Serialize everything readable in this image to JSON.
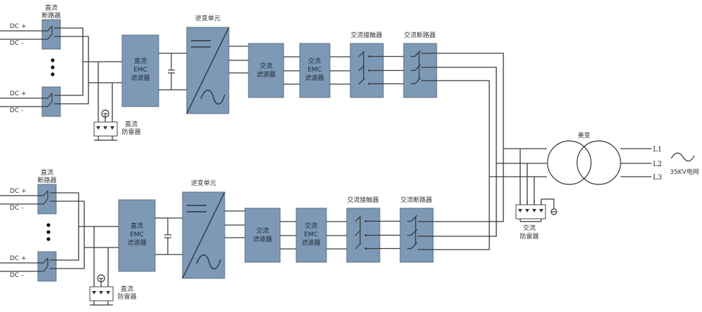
{
  "diagram": {
    "colors": {
      "box_fill": "#7d99b6",
      "wire": "#3a3a3a"
    },
    "branches": [
      {
        "id": "upper",
        "dc_breaker_label": [
          "直流",
          "断路器"
        ],
        "dc_inputs": [
          {
            "pos_label": "DC +",
            "neg_label": "DC -"
          },
          {
            "pos_label": "DC +",
            "neg_label": "DC -"
          }
        ],
        "ellipsis": "•••",
        "dc_emc_filter": [
          "直流",
          "EMC",
          "滤波器"
        ],
        "dc_spd_label": [
          "直流",
          "防雷器"
        ],
        "inverter_label": "逆变单元",
        "ac_filter": [
          "交流",
          "滤波器"
        ],
        "ac_emc_filter": [
          "交流",
          "EMC",
          "滤波器"
        ],
        "ac_contactor_label": "交流接触器",
        "ac_breaker_label": "交流断路器"
      },
      {
        "id": "lower",
        "dc_breaker_label": [
          "直流",
          "断路器"
        ],
        "dc_inputs": [
          {
            "pos_label": "DC +",
            "neg_label": "DC -"
          },
          {
            "pos_label": "DC +",
            "neg_label": "DC -"
          }
        ],
        "ellipsis": "•••",
        "dc_emc_filter": [
          "直流",
          "EMC",
          "滤波器"
        ],
        "dc_spd_label": [
          "直流",
          "防雷器"
        ],
        "inverter_label": "逆变单元",
        "ac_filter": [
          "交流",
          "滤波器"
        ],
        "ac_emc_filter": [
          "交流",
          "EMC",
          "滤波器"
        ],
        "ac_contactor_label": "交流接触器",
        "ac_breaker_label": "交流断路器"
      }
    ],
    "transformer_label": "美变",
    "ac_spd_label": [
      "交流",
      "防雷器"
    ],
    "grid_phases": [
      "L1",
      "L2",
      "L3"
    ],
    "grid_label": "35KV电网"
  }
}
